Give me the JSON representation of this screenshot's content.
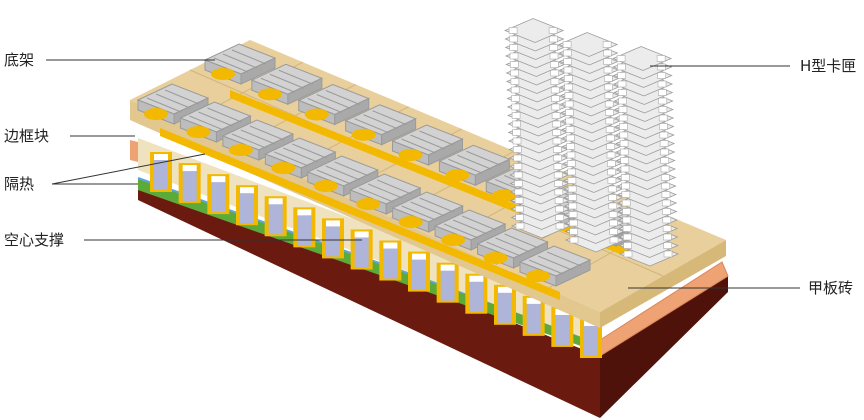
{
  "labels": {
    "base_frame": "底架",
    "edge_block": "边框块",
    "insulation": "隔热",
    "hollow_support": "空心支撑",
    "h_sagger": "H型卡匣",
    "deck_brick": "甲板砖"
  },
  "colors": {
    "deck_top": "#e8cf9b",
    "deck_front": "#efe2bf",
    "tray_grey": "#d2d2d2",
    "tray_dark": "#9a9a9a",
    "gold": "#f3b800",
    "gold_dark": "#c98f00",
    "lavender": "#aeb5d8",
    "green": "#5cab3a",
    "blue_line": "#5aa6dd",
    "brick_orange": "#efa274",
    "maroon": "#6b1a10",
    "maroon_dark": "#4f120b"
  }
}
